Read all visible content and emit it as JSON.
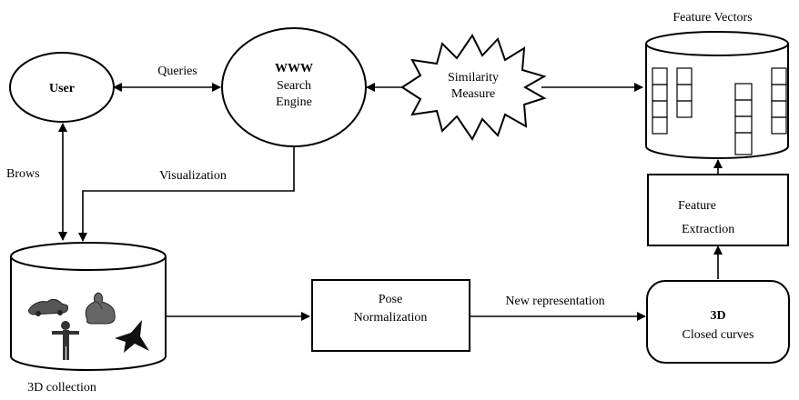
{
  "nodes": {
    "user": {
      "label": "User"
    },
    "search_engine": {
      "title": "WWW",
      "line1": "Search",
      "line2": "Engine"
    },
    "similarity": {
      "line1": "Similarity",
      "line2": "Measure"
    },
    "feature_vectors": {
      "caption": "Feature Vectors"
    },
    "feature_extraction": {
      "line1": "Feature",
      "line2": "Extraction"
    },
    "collection": {
      "caption": "3D collection"
    },
    "pose_normalization": {
      "line1": "Pose",
      "line2": "Normalization"
    },
    "closed_curves": {
      "title": "3D",
      "line1": "Closed curves"
    }
  },
  "edges": {
    "queries": "Queries",
    "brows": "Brows",
    "visualization": "Visualization",
    "new_representation": "New representation"
  }
}
